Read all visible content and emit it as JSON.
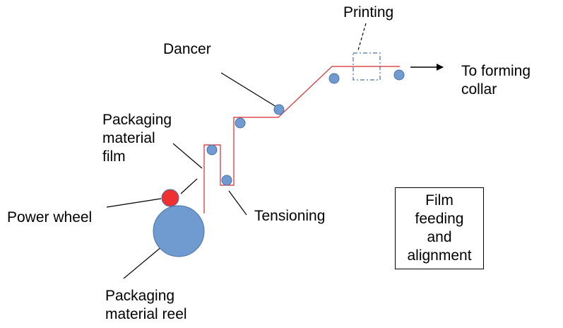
{
  "labels": {
    "printing": "Printing",
    "dancer": "Dancer",
    "to_forming_collar": [
      "To forming",
      "collar"
    ],
    "packaging_material_film": [
      "Packaging",
      "material",
      "film"
    ],
    "tensioning": "Tensioning",
    "power_wheel": "Power wheel",
    "packaging_material_reel": [
      "Packaging",
      "material reel"
    ]
  },
  "caption": [
    "Film",
    "feeding",
    "and",
    "alignment"
  ],
  "colors": {
    "film_path": "#d62b2b",
    "roller_fill": "#6f9bd1",
    "roller_stroke": "#4a72a8",
    "power_wheel_fill": "#ee3030",
    "printing_box": "#4a72a8",
    "leader_line": "#000000"
  }
}
